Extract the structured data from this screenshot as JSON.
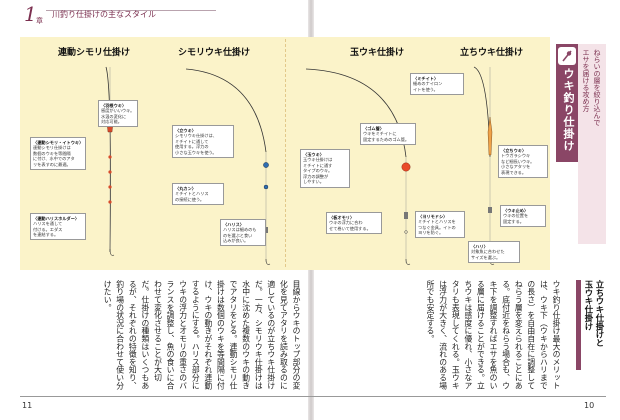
{
  "header": {
    "chapter_number": "1",
    "chapter_suffix": "章",
    "title": "川釣り仕掛けの主なスタイル"
  },
  "rigs": [
    {
      "title": "連動シモリ仕掛け"
    },
    {
      "title": "シモリウキ仕掛け"
    },
    {
      "title": "玉ウキ仕掛け"
    },
    {
      "title": "立ちウキ仕掛け"
    }
  ],
  "callouts": [
    {
      "head": "〈羽根ウキ〉",
      "lines": [
        "感度がいいウキ。",
        "水温の変化に",
        "対応可能。"
      ]
    },
    {
      "head": "〈連動シモリ・イトウキ〉",
      "lines": [
        "連動シモリ仕掛けは",
        "数個のウキを等間隔",
        "に付け、水中でのアタ",
        "リを表すのに最適。"
      ]
    },
    {
      "head": "〈連動ハリスホルダー〉",
      "lines": [
        "ハリスを通して",
        "付ける。エダス",
        "を連結する。"
      ]
    },
    {
      "head": "〈立ウキ〉",
      "lines": [
        "シモリウキ仕掛けは、",
        "ミチイトに通して",
        "使用する。浮力の",
        "小さな玉ウキを使う。"
      ]
    },
    {
      "head": "〈丸カン〉",
      "lines": [
        "ミチイトとハリス",
        "の接続に使う。"
      ]
    },
    {
      "head": "〈ハリス〉",
      "lines": [
        "ハリスは細めのも",
        "のを選ぶと食い",
        "込みが良い。"
      ]
    },
    {
      "head": "〈玉ウキ〉",
      "lines": [
        "玉ウキ仕掛けは",
        "ミチイトに通す",
        "タイプのウキ。",
        "浮力の調整が",
        "しやすい。"
      ]
    },
    {
      "head": "〈ゴム管〉",
      "lines": [
        "ウキをミチイトに",
        "固定するためのゴム管。"
      ]
    },
    {
      "head": "〈板オモリ〉",
      "lines": [
        "ウキの浮力に合わ",
        "せて巻いて使用する。"
      ]
    },
    {
      "head": "〈ヨリモドシ〉",
      "lines": [
        "ミチイトとハリスを",
        "つなぐ金具。イトの",
        "ヨリを防ぐ。"
      ]
    },
    {
      "head": "〈ミチイト〉",
      "lines": [
        "細めのナイロン",
        "イトを使う。"
      ]
    },
    {
      "head": "〈立ちウキ〉",
      "lines": [
        "トウガラシウキ",
        "など細長いウキ。",
        "小さなアタリを",
        "表現できる。"
      ]
    },
    {
      "head": "〈ウキ止め〉",
      "lines": [
        "ウキの位置を",
        "固定する。"
      ]
    },
    {
      "head": "〈ハリ〉",
      "lines": [
        "対象魚に合わせた",
        "サイズを選ぶ。"
      ]
    }
  ],
  "banner": {
    "title": "ウキ釣り仕掛け",
    "subtitle_lines": [
      "ねらいの層を絞り込んで",
      "エサを届ける攻め方"
    ]
  },
  "section_head": {
    "lines": [
      "立ちウキ仕掛けと",
      "玉ウキ仕掛け"
    ]
  },
  "body": {
    "right_col": "ウキ釣り仕掛け最大のメリットは、ウキ下（ウキからハリまでの長さ）を自由自在に調整してねらう層を変えられることにある。底付近をねらう場合も、ウキ下を調整すればエサを魚のいる層に届けることができる。立ちウキは感度に優れ、小さなアタリも表現してくれる。玉ウキは浮力が大きく、流れのある場所でも安定する。",
    "left_col": "目線からウキのトップ部分の変化を見てアタリを読み取るのに適しているのが立ちウキ仕掛けだ。一方、シモリウキ仕掛けは水中に沈めた複数のウキの動きでアタリをとる。連動シモリ仕掛けは数個のウキを等間隔に付け、ウキの動きがそれぞれ連動するようにする。ハリス部分にウキの浮力とオモリの重さのバランスを調整し、魚の食いに合わせて変化させることが大切だ。仕掛けの種類はいくつもあるが、それぞれの特徴を知り、釣り場の状況に合わせて使い分けたい。"
  },
  "folio": {
    "left": "11",
    "right": "10"
  }
}
